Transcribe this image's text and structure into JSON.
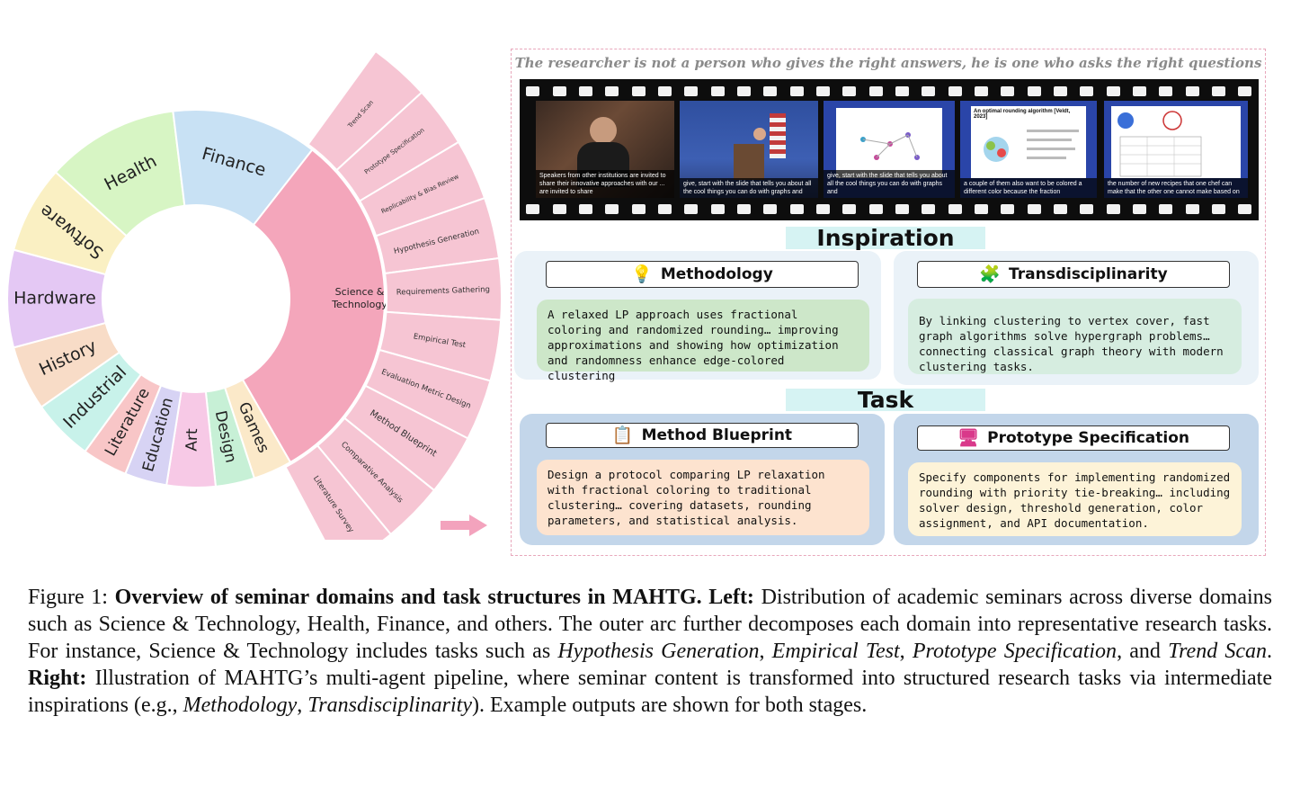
{
  "sunburst": {
    "inner": [
      {
        "label": "Health",
        "color": "#d7f5c4"
      },
      {
        "label": "Finance",
        "color": "#c8e1f4"
      },
      {
        "label": "Science & Technology",
        "color": "#f4a6bb"
      },
      {
        "label": "Games",
        "color": "#fbe9c9"
      },
      {
        "label": "Design",
        "color": "#c7f0d6"
      },
      {
        "label": "Art",
        "color": "#f7c9e6"
      },
      {
        "label": "Education",
        "color": "#d7d3f4"
      },
      {
        "label": "Literature",
        "color": "#f8c6c7"
      },
      {
        "label": "Industrial",
        "color": "#c8f2ea"
      },
      {
        "label": "History",
        "color": "#f8dcc7"
      },
      {
        "label": "Hardware",
        "color": "#e4c8f4"
      },
      {
        "label": "Software",
        "color": "#faf0c3"
      }
    ],
    "outer": [
      "Trend Scan",
      "Prototype Specification",
      "Replicability & Bias Review",
      "Hypothesis Generation",
      "Requirements Gathering",
      "Empirical Test",
      "Evaluation Metric Design",
      "Method Blueprint",
      "Comparative Analysis",
      "Literature Survey"
    ],
    "outer_color": "#f6c5d3"
  },
  "quote": "The researcher is not a person who gives the right answers, he is one who asks the right questions",
  "frames": [
    {
      "caption": "Speakers from other institutions are invited to share their innovative approaches with our ... are invited to share"
    },
    {
      "caption": "give, start with the slide that tells you about all the cool things you can do with graphs and"
    },
    {
      "caption": "give, start with the slide that tells you about all the cool things you can do with graphs and"
    },
    {
      "caption": "a couple of them also want to be colored a different color because the fraction",
      "slide_title": "An optimal rounding algorithm [Veldt, 2023]"
    },
    {
      "caption": "the number of new recipes that one chef can make that the other one cannot make based on"
    }
  ],
  "inspiration": {
    "title": "Inspiration",
    "methodology": {
      "title": "Methodology",
      "icon": "gear-bulb-icon",
      "text": "A relaxed LP approach uses fractional coloring and randomized rounding… improving approximations and showing how optimization and randomness enhance edge-colored clustering"
    },
    "transdisciplinarity": {
      "title": "Transdisciplinarity",
      "icon": "puzzle-magnifier-icon",
      "text": "By linking clustering to vertex cover, fast graph algorithms solve hypergraph problems… connecting classical graph theory with modern clustering tasks."
    }
  },
  "task": {
    "title": "Task",
    "method_blueprint": {
      "title": "Method Blueprint",
      "icon": "checklist-icon",
      "text": "Design a protocol comparing LP relaxation with fractional coloring to traditional clustering… covering datasets, rounding parameters, and statistical analysis."
    },
    "prototype_specification": {
      "title": "Prototype Specification",
      "icon": "monitor-icon",
      "text": "Specify components for implementing randomized rounding with priority tie-breaking… including solver design, threshold generation, color assignment, and API documentation."
    }
  },
  "caption": {
    "fig": "Figure 1: ",
    "bold_title": "Overview of seminar domains and task structures in MAHTG.",
    "left_label": " Left:",
    "t1": " Distribution of academic seminars across diverse domains such as Science & Technology, Health, Finance, and others. The outer arc further decomposes each domain into representative research tasks. For instance, Science & Technology includes tasks such as ",
    "i1": "Hypothesis Generation",
    "t2": ", ",
    "i2": "Empirical Test",
    "t3": ", ",
    "i3": "Prototype Specification",
    "t4": ", and ",
    "i4": "Trend Scan",
    "t5": ". ",
    "right_label": "Right:",
    "t6": " Illustration of MAHTG’s multi-agent pipeline, where seminar content is transformed into structured research tasks via intermediate inspirations (e.g., ",
    "i5": "Methodology",
    "t7": ", ",
    "i6": "Transdisciplinarity",
    "t8": "). Example outputs are shown for both stages."
  }
}
